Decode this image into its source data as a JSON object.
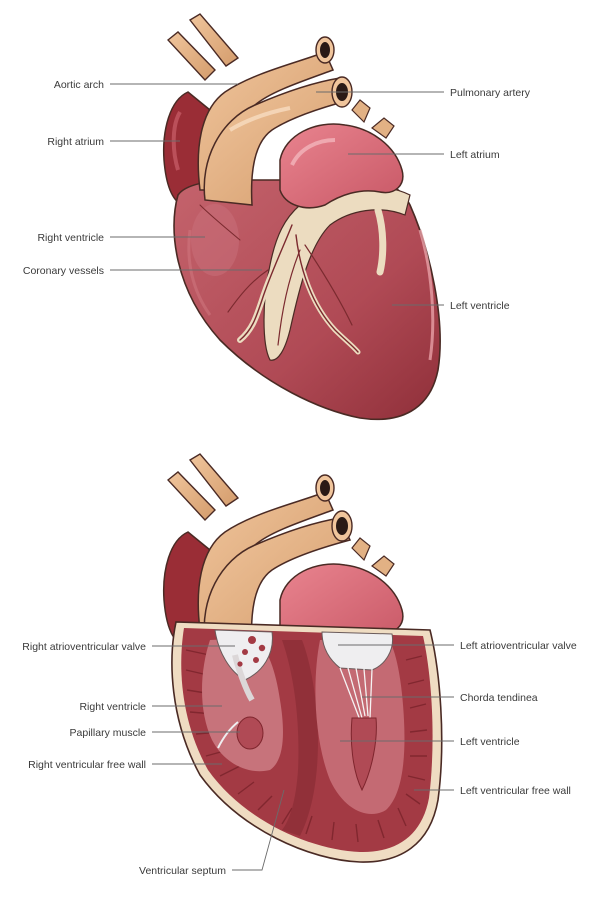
{
  "top_diagram": {
    "labels": {
      "aortic_arch": "Aortic arch",
      "right_atrium": "Right atrium",
      "right_ventricle": "Right ventricle",
      "coronary_vessels": "Coronary vessels",
      "pulmonary_artery": "Pulmonary artery",
      "left_atrium": "Left atrium",
      "left_ventricle": "Left ventricle"
    }
  },
  "bottom_diagram": {
    "labels": {
      "right_av_valve": "Right atrioventricular valve",
      "right_ventricle": "Right ventricle",
      "papillary_muscle": "Papillary muscle",
      "right_free_wall": "Right ventricular free wall",
      "ventricular_septum": "Ventricular septum",
      "left_av_valve": "Left atrioventricular valve",
      "chorda_tendinea": "Chorda tendinea",
      "left_ventricle": "Left ventricle",
      "left_free_wall": "Left ventricular free wall"
    }
  },
  "colors": {
    "myocardium": "#b5505a",
    "myocardium_dark": "#8e2f37",
    "vessel": "#e2b184",
    "atrium": "#d9707e",
    "fat": "#ecdcc0",
    "outline": "#4a2a24"
  }
}
